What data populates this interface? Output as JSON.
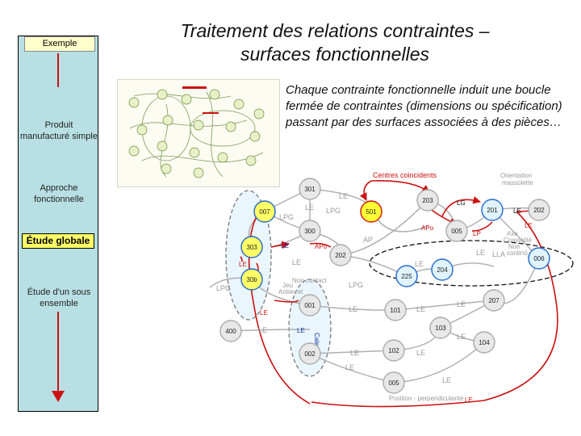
{
  "title": "Traitement des relations contraintes – surfaces fonctionnelles",
  "description": "Chaque contrainte fonctionnelle induit une boucle fermée de contraintes (dimensions ou spécification) passant par des surfaces associées à des pièces…",
  "sidebar": {
    "top_box": "Exemple",
    "item_product": "Produit manufacturé simple",
    "item_functional": "Approche fonctionnelle",
    "item_global": "Étude globale",
    "item_sub": "Étude d'un sous ensemble"
  },
  "colors": {
    "sidebar": "#b8e0e4",
    "highlight": "#ffff66",
    "constraint": "#cc1111",
    "link": "#aaaaaa"
  },
  "graph": {
    "nodes": {
      "n301": "301",
      "n007": "007",
      "n300": "300",
      "n303": "303",
      "n30b": "30b",
      "n203": "203",
      "n501": "501",
      "n005": "005",
      "n201": "201",
      "n202a": "202",
      "n202b": "202",
      "n225": "225",
      "n204": "204",
      "n006": "006",
      "n207": "207",
      "n001": "001",
      "n002": "002",
      "n101": "101",
      "n400": "400",
      "n103": "103",
      "n104": "104",
      "n102": "102",
      "n005b": "005"
    },
    "labels": {
      "centres": "Centres coincidents",
      "orientation_l1": "Orientation",
      "orientation_l2": "massolette",
      "apo": "APo",
      "axe_l1": "Axe",
      "axe_l2": "Coaxialité",
      "axe_l3": "Non",
      "axe_l4": "continû",
      "jeu_l1": "Jeu",
      "jeu_l2": "Antierret",
      "non_contact": "Non contact",
      "position_perp": "Position - perpendicularité",
      "cale": "Cale",
      "le": "LE",
      "lpg": "LPG",
      "lg": "LG",
      "lp": "LP",
      "ap": "AP",
      "lla": "LLA"
    }
  }
}
